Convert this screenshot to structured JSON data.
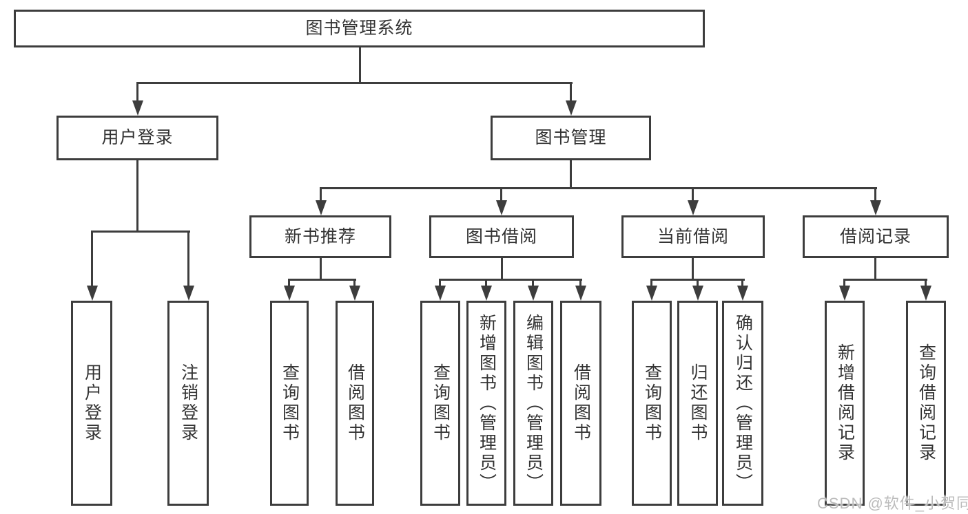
{
  "diagram": {
    "root": {
      "label": "图书管理系统",
      "children": [
        {
          "label": "用户登录",
          "children": [
            {
              "label": "用户登录"
            },
            {
              "label": "注销登录"
            }
          ]
        },
        {
          "label": "图书管理",
          "children": [
            {
              "label": "新书推荐",
              "children": [
                {
                  "label": "查询图书"
                },
                {
                  "label": "借阅图书"
                }
              ]
            },
            {
              "label": "图书借阅",
              "children": [
                {
                  "label": "查询图书"
                },
                {
                  "label": "新增图书（管理员）"
                },
                {
                  "label": "编辑图书（管理员）"
                },
                {
                  "label": "借阅图书"
                }
              ]
            },
            {
              "label": "当前借阅",
              "children": [
                {
                  "label": "查询图书"
                },
                {
                  "label": "归还图书"
                },
                {
                  "label": "确认归还（管理员）"
                }
              ]
            },
            {
              "label": "借阅记录",
              "children": [
                {
                  "label": "新增借阅记录"
                },
                {
                  "label": "查询借阅记录"
                }
              ]
            }
          ]
        }
      ]
    }
  },
  "watermark": {
    "text": "CSDN @软件_小贺同学"
  },
  "colors": {
    "line": "#3d3d3d",
    "text": "#333333",
    "background": "#ffffff",
    "watermark": "#bcbcbc"
  }
}
